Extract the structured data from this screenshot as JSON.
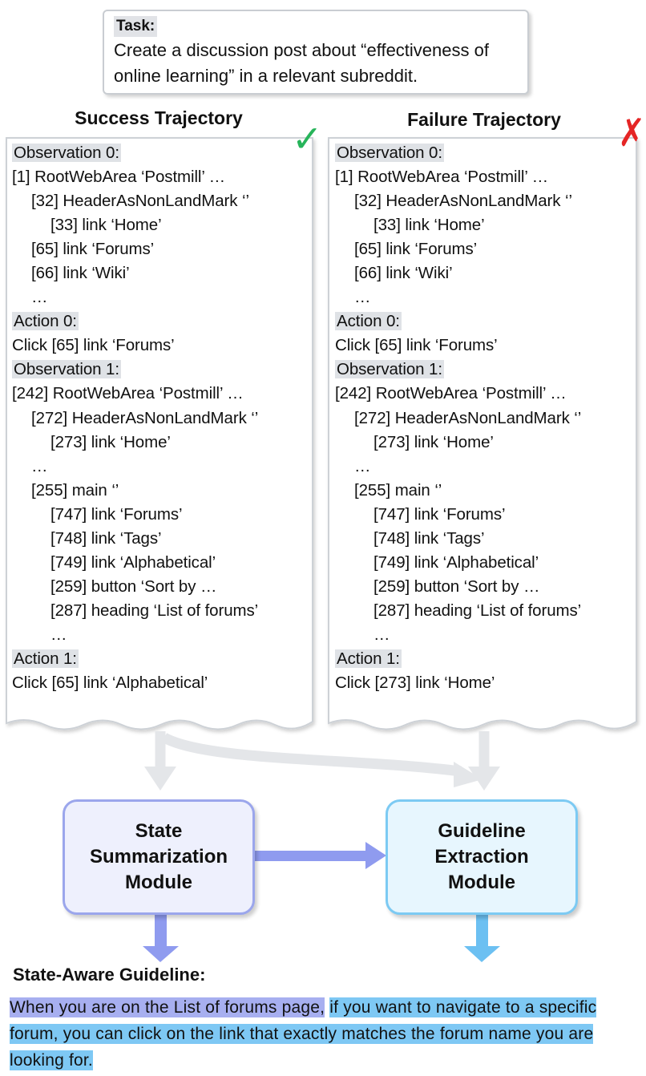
{
  "task": {
    "label": "Task:",
    "lines": [
      "Create a discussion post about “effectiveness of",
      "online learning” in a relevant subreddit."
    ]
  },
  "success": {
    "title": "Success Trajectory",
    "lines": [
      {
        "text": "Observation 0:",
        "indent": 0,
        "hl": true
      },
      {
        "text": "[1] RootWebArea ‘Postmill’ …",
        "indent": 0
      },
      {
        "text": "[32] HeaderAsNonLandMark ‘’",
        "indent": 1
      },
      {
        "text": "[33] link ‘Home’",
        "indent": 2
      },
      {
        "text": "[65] link ‘Forums’",
        "indent": 1
      },
      {
        "text": "[66] link ‘Wiki’",
        "indent": 1
      },
      {
        "text": "…",
        "indent": 1
      },
      {
        "text": "Action 0:",
        "indent": 0,
        "hl": true
      },
      {
        "text": "Click [65] link ‘Forums’",
        "indent": 0
      },
      {
        "text": "Observation 1:",
        "indent": 0,
        "hl": true
      },
      {
        "text": "[242] RootWebArea ‘Postmill’ …",
        "indent": 0
      },
      {
        "text": "[272] HeaderAsNonLandMark ‘’",
        "indent": 1
      },
      {
        "text": "[273] link ‘Home’",
        "indent": 2
      },
      {
        "text": "…",
        "indent": 1
      },
      {
        "text": "[255] main ‘’",
        "indent": 1
      },
      {
        "text": "[747] link ‘Forums’",
        "indent": 2
      },
      {
        "text": "[748] link ‘Tags’",
        "indent": 2
      },
      {
        "text": "[749] link ‘Alphabetical’",
        "indent": 2
      },
      {
        "text": "[259] button ‘Sort by …",
        "indent": 2
      },
      {
        "text": "[287] heading ‘List of forums’",
        "indent": 2
      },
      {
        "text": "…",
        "indent": 2
      },
      {
        "text": "Action 1:",
        "indent": 0,
        "hl": true
      },
      {
        "text": "Click [65] link ‘Alphabetical’",
        "indent": 0
      }
    ]
  },
  "failure": {
    "title": "Failure Trajectory",
    "lines": [
      {
        "text": "Observation 0:",
        "indent": 0,
        "hl": true
      },
      {
        "text": "[1] RootWebArea ‘Postmill’ …",
        "indent": 0
      },
      {
        "text": "[32] HeaderAsNonLandMark ‘’",
        "indent": 1
      },
      {
        "text": "[33] link ‘Home’",
        "indent": 2
      },
      {
        "text": "[65] link ‘Forums’",
        "indent": 1
      },
      {
        "text": "[66] link ‘Wiki’",
        "indent": 1
      },
      {
        "text": "…",
        "indent": 1
      },
      {
        "text": "Action 0:",
        "indent": 0,
        "hl": true
      },
      {
        "text": "Click [65] link ‘Forums’",
        "indent": 0
      },
      {
        "text": "Observation 1:",
        "indent": 0,
        "hl": true
      },
      {
        "text": "[242] RootWebArea ‘Postmill’ …",
        "indent": 0
      },
      {
        "text": "[272] HeaderAsNonLandMark ‘’",
        "indent": 1
      },
      {
        "text": "[273] link ‘Home’",
        "indent": 2
      },
      {
        "text": "…",
        "indent": 1
      },
      {
        "text": "[255] main ‘’",
        "indent": 1
      },
      {
        "text": "[747] link ‘Forums’",
        "indent": 2
      },
      {
        "text": "[748] link ‘Tags’",
        "indent": 2
      },
      {
        "text": "[749] link ‘Alphabetical’",
        "indent": 2
      },
      {
        "text": "[259] button ‘Sort by …",
        "indent": 2
      },
      {
        "text": "[287] heading ‘List of forums’",
        "indent": 2
      },
      {
        "text": "…",
        "indent": 2
      },
      {
        "text": "Action 1:",
        "indent": 0,
        "hl": true
      },
      {
        "text": "Click [273] link ‘Home’",
        "indent": 0
      }
    ]
  },
  "marks": {
    "success": "✓",
    "failure": "✗"
  },
  "modules": {
    "state": [
      "State",
      "Summarization",
      "Module"
    ],
    "guideline": [
      "Guideline",
      "Extraction",
      "Module"
    ]
  },
  "guideline": {
    "title": "State-Aware Guideline:",
    "state_part": "When you are on the List of forums page,",
    "action_part": "if you want to navigate to a specific forum, you can click on the link that exactly matches the forum name you are looking for."
  },
  "colors": {
    "success_mark": "#27b45a",
    "failure_mark": "#e52525",
    "state_module": "#9ba6ec",
    "guideline_module": "#7ccaf3",
    "flow_arrow": "#e4e6e9"
  }
}
